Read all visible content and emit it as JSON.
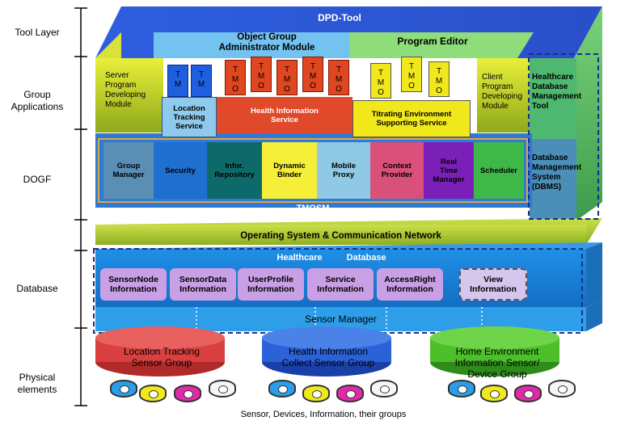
{
  "layer_labels": {
    "tool": "Tool Layer",
    "group_apps_1": "Group",
    "group_apps_2": "Applications",
    "dogf": "DOGF",
    "database": "Database",
    "physical_1": "Physical",
    "physical_2": "elements"
  },
  "tool_layer": {
    "dpd_tool": "DPD-Tool",
    "object_group_1": "Object Group",
    "object_group_2": "Administrator Module",
    "program_editor": "Program Editor"
  },
  "group_apps": {
    "server_module": [
      "Server",
      "Program",
      "Developing",
      "Module"
    ],
    "client_module": [
      "Client",
      "Program",
      "Developing",
      "Module"
    ],
    "location_service": [
      "Location",
      "Tracking",
      "Service"
    ],
    "health_service": [
      "Health Information",
      "Service"
    ],
    "titrating_service": [
      "Titrating Environment",
      "Supporting Service"
    ],
    "healthcare_tool": [
      "Healthcare",
      "Database",
      "Management",
      "Tool"
    ],
    "tmo_chars": [
      "T",
      "M",
      "O"
    ]
  },
  "dogf": {
    "modules": [
      {
        "label": [
          "Group",
          "Manager"
        ],
        "color": "#5a8fb5"
      },
      {
        "label": [
          "Security"
        ],
        "color": "#1e6fcf"
      },
      {
        "label": [
          "Infor.",
          "Repository"
        ],
        "color": "#0e6a6a"
      },
      {
        "label": [
          "Dynamic",
          "Binder"
        ],
        "color": "#f5ef3a"
      },
      {
        "label": [
          "Mobile",
          "Proxy"
        ],
        "color": "#8fc9e6"
      },
      {
        "label": [
          "Context",
          "Provider"
        ],
        "color": "#d9507a"
      },
      {
        "label": [
          "Real",
          "Time",
          "Manager"
        ],
        "color": "#7a1fb8"
      },
      {
        "label": [
          "Scheduler"
        ],
        "color": "#3fb84a"
      }
    ],
    "tmosm": "TMOSM",
    "dbms": [
      "Database",
      "Management",
      "System",
      "(DBMS)"
    ]
  },
  "os_network": "Operating System & Communication Network",
  "database": {
    "title_1": "Healthcare",
    "title_2": "Database",
    "items": [
      [
        "SensorNode",
        "Information"
      ],
      [
        "SensorData",
        "Information"
      ],
      [
        "UserProfile",
        "Information"
      ],
      [
        "Service",
        "Information"
      ],
      [
        "AccessRight",
        "Information"
      ],
      [
        "View",
        "Information"
      ]
    ],
    "sensor_manager": "Sensor Manager"
  },
  "physical": {
    "groups": [
      {
        "label": [
          "Location Tracking",
          "Sensor Group"
        ],
        "color": "#d9403f"
      },
      {
        "label": [
          "Health Information",
          "Collect Sensor Group"
        ],
        "color": "#2a62d8"
      },
      {
        "label": [
          "Home Environment",
          "Information Sensor/",
          "Device Group"
        ],
        "color": "#4cbf2a"
      }
    ],
    "caption": "Sensor, Devices, Information, their groups"
  }
}
